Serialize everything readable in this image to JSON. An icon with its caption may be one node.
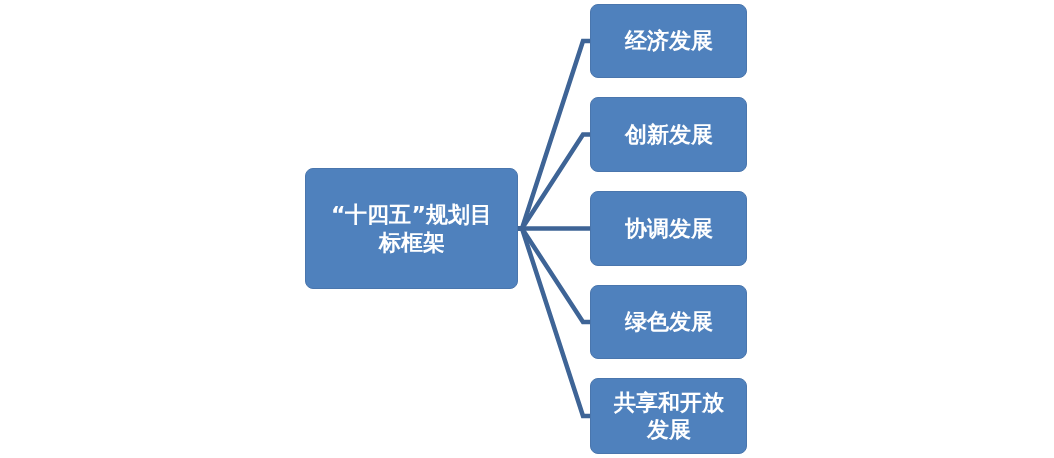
{
  "diagram": {
    "nodes": [
      {
        "text": [
          "“十四五”规划目标框架"
        ]
      },
      {
        "text": [
          "经济发展"
        ]
      },
      {
        "text": [
          "创新发展"
        ]
      },
      {
        "text": [
          "协调发展"
        ]
      },
      {
        "text": [
          "绿色发展"
        ]
      },
      {
        "text": [
          "共享和开放发展"
        ]
      }
    ],
    "edges": [
      {
        "from": 0,
        "to": 1,
        "arrow": "none"
      },
      {
        "from": 0,
        "to": 2,
        "arrow": "none"
      },
      {
        "from": 0,
        "to": 3,
        "arrow": "none"
      },
      {
        "from": 0,
        "to": 4,
        "arrow": "none"
      },
      {
        "from": 0,
        "to": 5,
        "arrow": "none"
      }
    ]
  }
}
